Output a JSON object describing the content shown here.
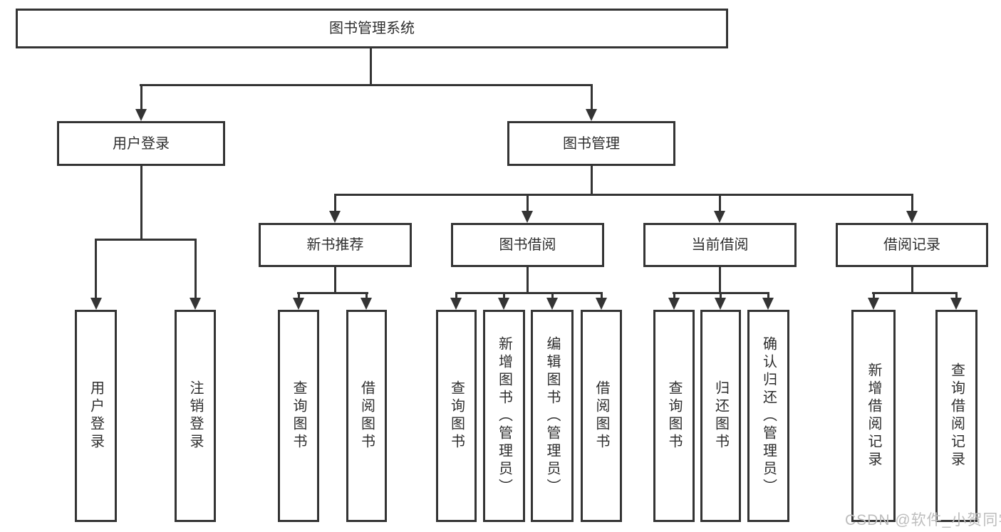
{
  "colors": {
    "line": "#343434",
    "text": "#2e2e2e",
    "background": "#ffffff",
    "watermark": "#bdbdbd"
  },
  "watermark": {
    "text": "CSDN @软件_小贺同学"
  },
  "diagram": {
    "root": {
      "label": "图书管理系统"
    },
    "branches": [
      {
        "label": "用户登录",
        "children": [
          {
            "label": "用户登录"
          },
          {
            "label": "注销登录"
          }
        ]
      },
      {
        "label": "图书管理",
        "children": [
          {
            "label": "新书推荐",
            "children": [
              {
                "label": "查询图书"
              },
              {
                "label": "借阅图书"
              }
            ]
          },
          {
            "label": "图书借阅",
            "children": [
              {
                "label": "查询图书"
              },
              {
                "label": "新增图书（管理员）"
              },
              {
                "label": "编辑图书（管理员）"
              },
              {
                "label": "借阅图书"
              }
            ]
          },
          {
            "label": "当前借阅",
            "children": [
              {
                "label": "查询图书"
              },
              {
                "label": "归还图书"
              },
              {
                "label": "确认归还（管理员）"
              }
            ]
          },
          {
            "label": "借阅记录",
            "children": [
              {
                "label": "新增借阅记录"
              },
              {
                "label": "查询借阅记录"
              }
            ]
          }
        ]
      }
    ]
  }
}
